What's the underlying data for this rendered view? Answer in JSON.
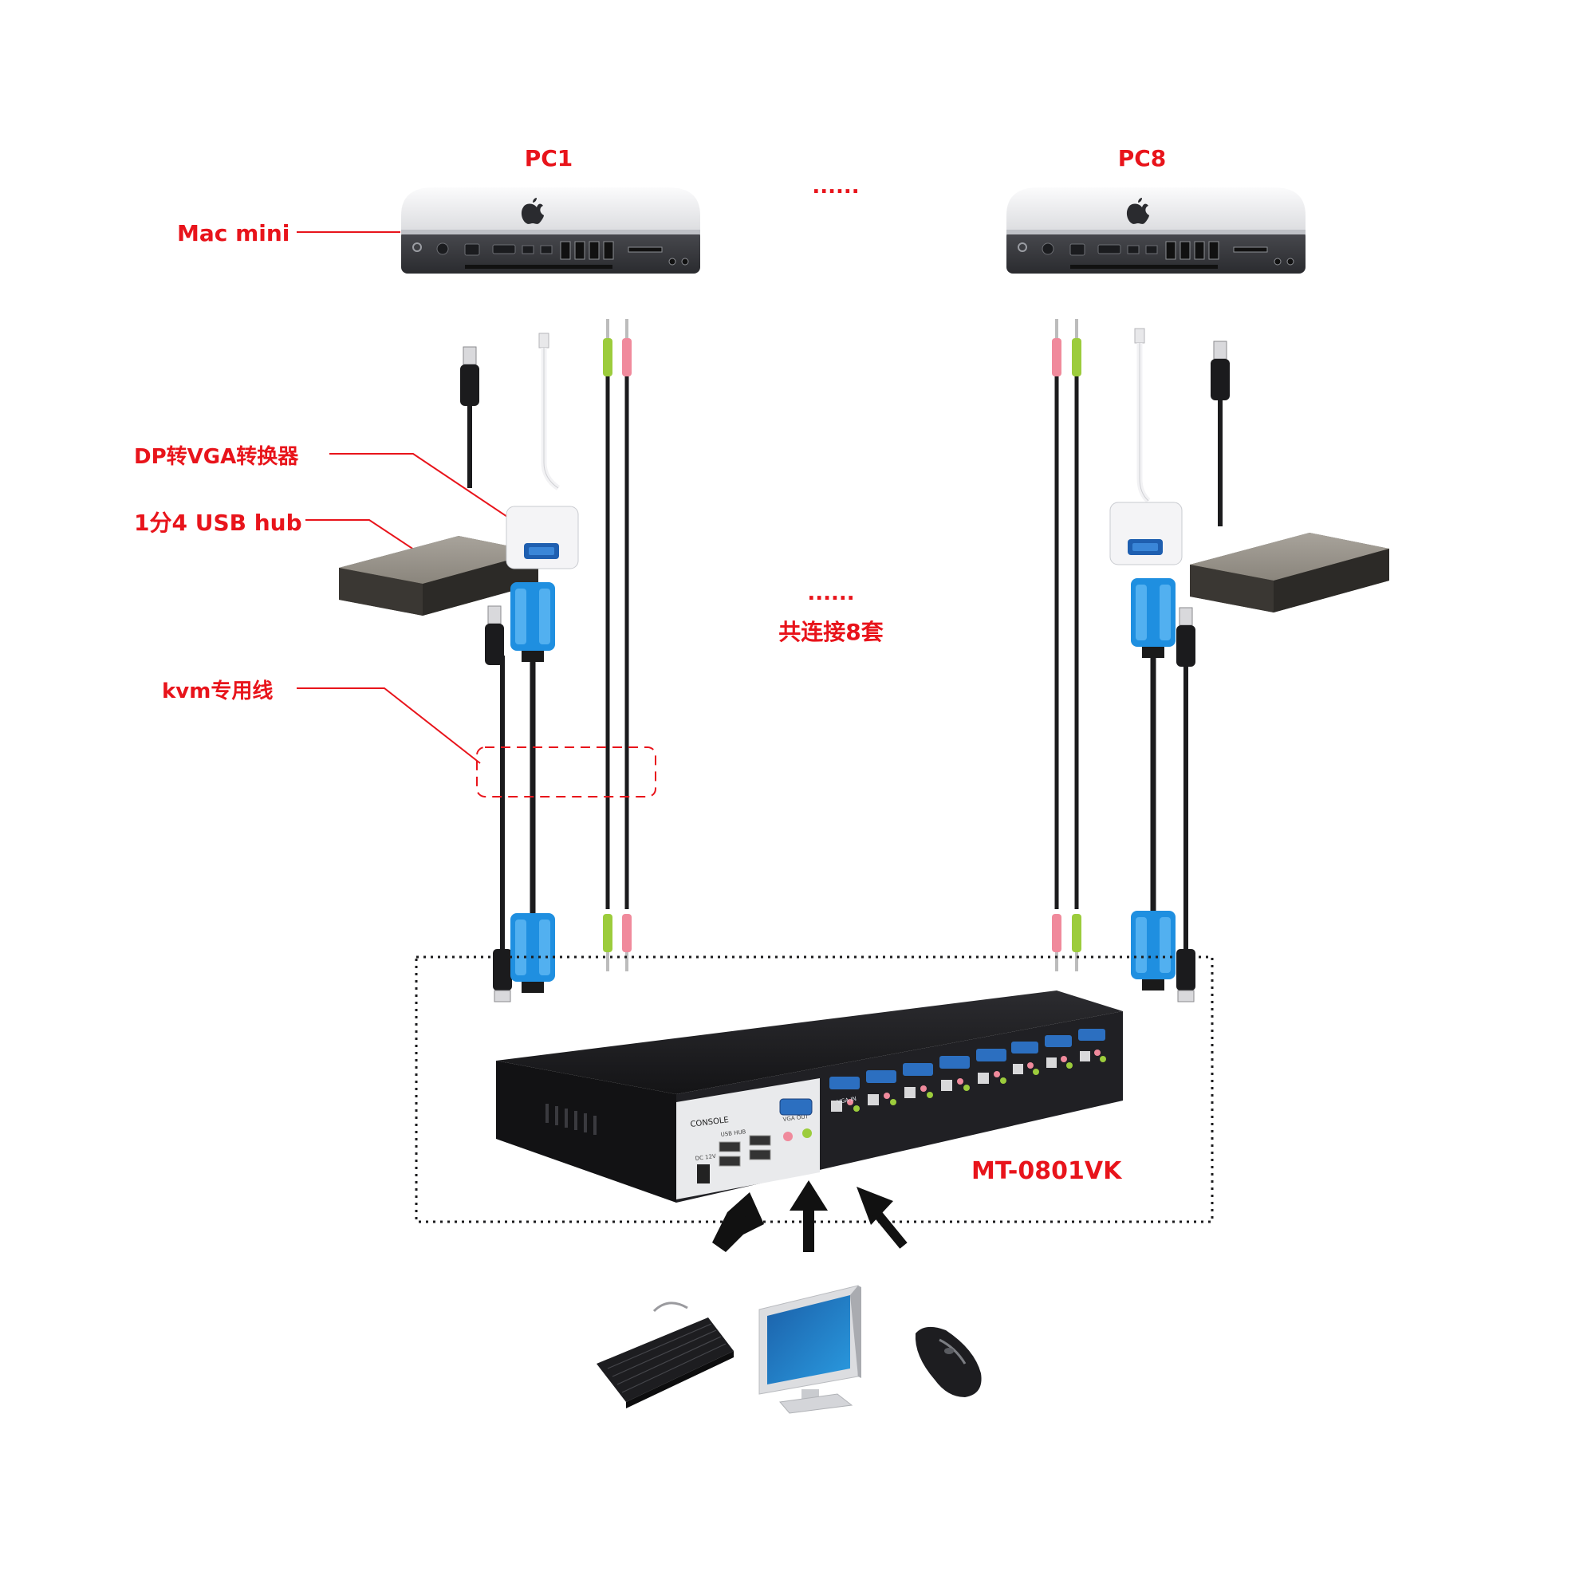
{
  "labels": {
    "pc1": "PC1",
    "pc8": "PC8",
    "mac_mini": "Mac mini",
    "dp_vga": "DP转VGA转换器",
    "usb_hub": "1分4 USB  hub",
    "kvm_cable": "kvm专用线",
    "ellipsis_top": "......",
    "ellipsis_mid": "......",
    "sets": "共连接8套",
    "model": "MT-0801VK"
  },
  "kvm_panel": {
    "console": "CONSOLE",
    "usb_hub": "USB HUB",
    "vga_out": "VGA OUT",
    "power": "DC 12V",
    "vga_in": "VGA IN"
  },
  "colors": {
    "label_red": "#e8141b",
    "vga_blue": "#1f8fe0",
    "audio_green": "#9ccc3c",
    "audio_pink": "#f08a9c",
    "kvm_body": "#1b1b1d"
  },
  "icons": [
    "mac-mini-icon",
    "usb-hub-icon",
    "dp-vga-adapter-icon",
    "vga-connector-icon",
    "usb-plug-icon",
    "audio-jack-icon",
    "kvm-switch-icon",
    "keyboard-icon",
    "monitor-icon",
    "mouse-icon",
    "arrow-up-icon"
  ]
}
